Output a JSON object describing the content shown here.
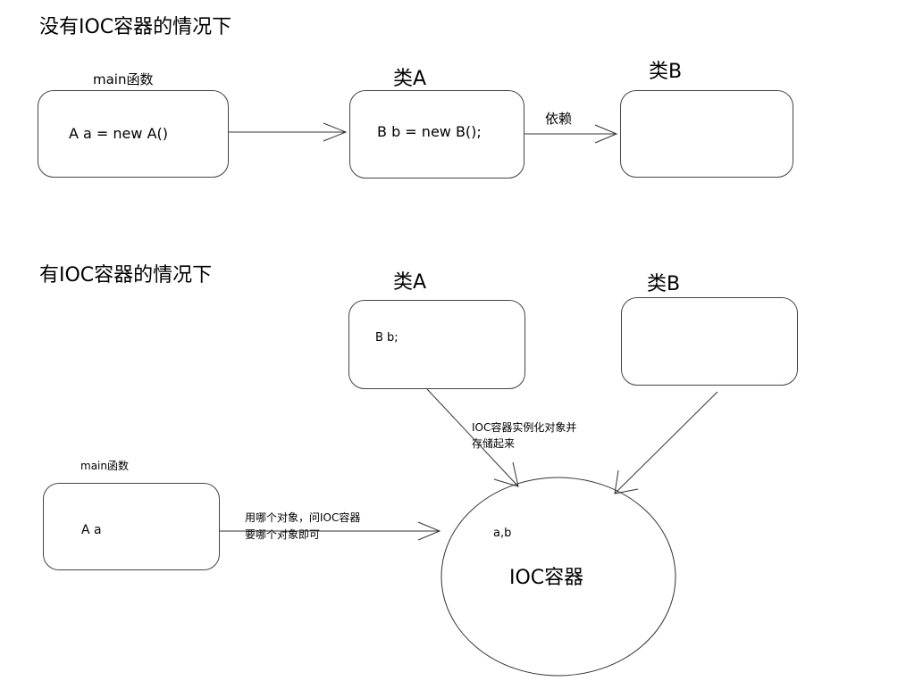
{
  "section1": {
    "title": "没有IOC容器的情况下",
    "main_label": "main函数",
    "main_code": "A  a = new A()",
    "classA_label": "类A",
    "classA_code": "B b = new B();",
    "dependency_label": "依赖",
    "classB_label": "类B"
  },
  "section2": {
    "title": "有IOC容器的情况下",
    "classA_label": "类A",
    "classA_code": "B  b;",
    "classB_label": "类B",
    "instantiate_line1": "IOC容器实例化对象并",
    "instantiate_line2": "存储起来",
    "main_label": "main函数",
    "main_code": "A a",
    "ask_line1": "用哪个对象，问IOC容器",
    "ask_line2": "要哪个对象即可",
    "container_objects": "a,b",
    "container_label": "IOC容器"
  }
}
